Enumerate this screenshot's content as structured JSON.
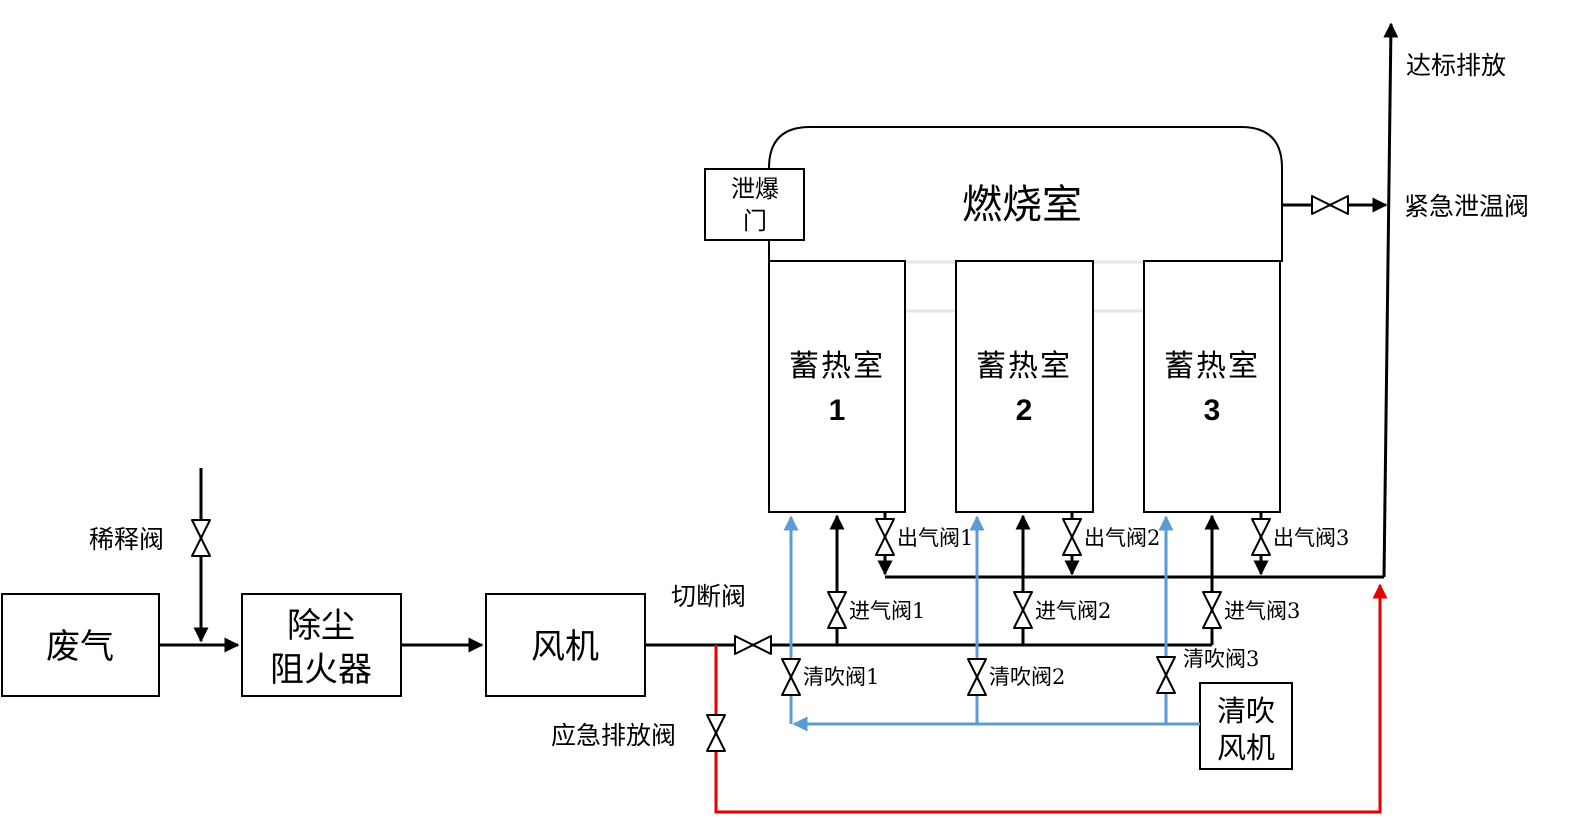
{
  "colors": {
    "main_line": "#000000",
    "purge_line": "#5b9bd5",
    "emergency_line": "#e60000"
  },
  "boxes": {
    "waste_gas": "废气",
    "dust_arrester": [
      "除尘",
      "阻火器"
    ],
    "fan": "风机",
    "purge_fan": [
      "清吹",
      "风机"
    ],
    "combustion_chamber": "燃烧室",
    "explosion_door": [
      "泄爆",
      "门"
    ]
  },
  "chambers": [
    {
      "label": "蓄热室",
      "number": "1"
    },
    {
      "label": "蓄热室",
      "number": "2"
    },
    {
      "label": "蓄热室",
      "number": "3"
    }
  ],
  "valves": {
    "dilution": "稀释阀",
    "cutoff": "切断阀",
    "emergency_discharge": "应急排放阀",
    "emergency_temp_relief": "紧急泄温阀",
    "outlet": [
      "出气阀1",
      "出气阀2",
      "出气阀3"
    ],
    "inlet": [
      "进气阀1",
      "进气阀2",
      "进气阀3"
    ],
    "purge": [
      "清吹阀1",
      "清吹阀2",
      "清吹阀3"
    ]
  },
  "outputs": {
    "compliant_discharge": "达标排放"
  }
}
